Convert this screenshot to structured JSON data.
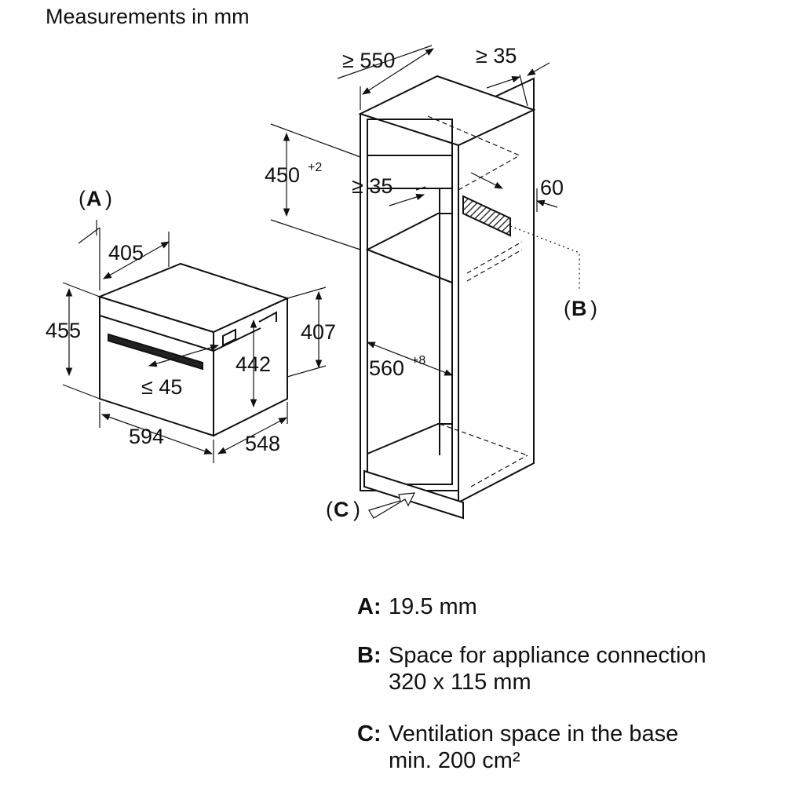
{
  "title": "Measurements in mm",
  "dimensions": {
    "d405": "405",
    "d455": "455",
    "d407": "407",
    "d442": "442",
    "d45": "≤ 45",
    "d594": "594",
    "d548": "548",
    "d550": "≥ 550",
    "d35_top": "≥ 35",
    "d450": "450",
    "d450_sup": "+2",
    "d35_mid": "≥ 35",
    "d60": "60",
    "d560": "560",
    "d560_sup": "+8"
  },
  "labels": {
    "A": "A",
    "B": "B",
    "C": "C"
  },
  "legend": [
    {
      "key": "A:",
      "line1": "19.5 mm",
      "line2": ""
    },
    {
      "key": "B:",
      "line1": "Space for appliance connection",
      "line2": "320 x 115 mm"
    },
    {
      "key": "C:",
      "line1": "Ventilation space in the base",
      "line2": "min. 200 cm²"
    }
  ]
}
